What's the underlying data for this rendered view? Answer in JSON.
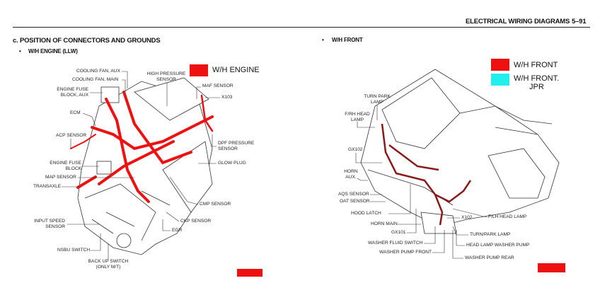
{
  "header": {
    "title": "ELECTRICAL WIRING DIAGRAMS",
    "page": "5–91"
  },
  "section_title": "c. POSITION OF CONNECTORS AND GROUNDS",
  "engine": {
    "bullet": "•",
    "subtitle": "W/H ENGINE (LLW)",
    "legend": [
      {
        "label": "W/H ENGINE",
        "color": "#ee1111"
      }
    ],
    "labels": {
      "cooling_fan_aux": "COOLING FAN, AUX",
      "cooling_fan_main": "COOLING FAN, MAIN",
      "engine_fuse_block_aux": [
        "ENGINE FUSE",
        "BLOCK, AUX"
      ],
      "ecm": "ECM",
      "acp_sensor": "ACP SENSOR",
      "engine_fuse_block": [
        "ENGINE FUSE",
        "BLOCK"
      ],
      "map_sensor": "MAP SENSOR",
      "transaxle": "TRANSAXLE",
      "input_speed_sensor": [
        "INPUT SPEED",
        "SENSOR"
      ],
      "nsbu_switch": "NSBU SWITCH",
      "back_up_switch": [
        "BACK UP SWITCH",
        "(ONLY M/T)"
      ],
      "high_pressure_sensor": [
        "HIGH PRESSURE",
        "SENSOR"
      ],
      "maf_sensor": "MAF SENSOR",
      "x103": "X103",
      "dpf_pressure_sensor": [
        "DPF PRESSURE",
        "SENSOR"
      ],
      "glow_plug": "GLOW PLUG",
      "cmp_sensor": "CMP SENSOR",
      "ckp_sensor": "CKP SENSOR",
      "egr": "EGR"
    }
  },
  "front": {
    "bullet": "•",
    "subtitle": "W/H FRONT",
    "legend": [
      {
        "label": "W/H FRONT",
        "color": "#ee1111"
      },
      {
        "label": [
          "W/H FRONT.",
          "JPR"
        ],
        "color": "#22eeee"
      }
    ],
    "labels": {
      "turn_park_lamp_top": [
        "TURN PARK",
        "LAMP"
      ],
      "frh_head_lamp": [
        "F/RH HEAD",
        "LAMP"
      ],
      "gx102": "GX102",
      "horn_aux": [
        "HORN",
        "AUX."
      ],
      "aqs_sensor": "AQS SENSOR",
      "oat_sensor": "OAT SENSOR",
      "hood_latch": "HOOD LATCH",
      "horn_main": "HORN MAIN",
      "gx101": "GX101",
      "washer_fluid_switch": "WASHER FLUID SWITCH",
      "washer_pump_front": "WASHER PUMP FRONT",
      "x102": "X102",
      "flh_head_lamp": "F/LH HEAD LAMP",
      "turn_park_lamp": "TURN/PARK LAMP",
      "head_lamp_washer_pump": "HEAD LAMP WASHER PUMP",
      "washer_pump_rear": "WASHER PUMP REAR"
    }
  },
  "colors": {
    "wire_red": "#ee1111",
    "dark_wire": "#8a1a1a",
    "jpr_cyan": "#22eeee"
  }
}
